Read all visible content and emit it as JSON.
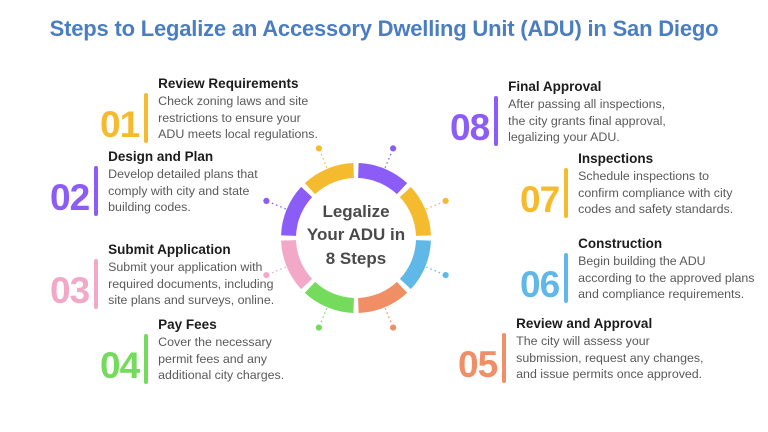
{
  "title": "Steps to Legalize an Accessory Dwelling Unit (ADU) in San Diego",
  "title_color": "#4A7EC0",
  "center": {
    "lines": [
      "Legalize",
      "Your ADU in",
      "8 Steps"
    ],
    "text_color": "#4A4A4A"
  },
  "steps": [
    {
      "num": "01",
      "title": "Review Requirements",
      "desc": "Check zoning laws and site\nrestrictions to ensure your\nADU meets local regulations.",
      "color": "#F5BB2F",
      "angle": 112.5
    },
    {
      "num": "02",
      "title": "Design and Plan",
      "desc": "Develop detailed plans that\ncomply with city and state\nbuilding codes.",
      "color": "#8B5CF6",
      "angle": 157.5
    },
    {
      "num": "03",
      "title": "Submit Application",
      "desc": "Submit your application with\nrequired documents, including\nsite plans and surveys, online.",
      "color": "#F2A9C7",
      "angle": 202.5
    },
    {
      "num": "04",
      "title": "Pay Fees",
      "desc": "Cover the necessary\npermit fees and any\nadditional city charges.",
      "color": "#74DB5C",
      "angle": 247.5
    },
    {
      "num": "05",
      "title": "Review and Approval",
      "desc": "The city will assess your\nsubmission, request any changes,\nand issue permits once approved.",
      "color": "#F08E66",
      "angle": 292.5
    },
    {
      "num": "06",
      "title": "Construction",
      "desc": "Begin building the ADU\naccording to the approved plans\nand compliance requirements.",
      "color": "#60B8E8",
      "angle": 337.5
    },
    {
      "num": "07",
      "title": "Inspections",
      "desc": "Schedule inspections to\nconfirm compliance with city\ncodes and safety standards.",
      "color": "#F5BB2F",
      "angle": 22.5
    },
    {
      "num": "08",
      "title": "Final Approval",
      "desc": "After passing all inspections,\nthe city grants final approval,\nlegalizing your ADU.",
      "color": "#8B5CF6",
      "angle": 67.5
    }
  ],
  "wheel": {
    "arc_span_deg": 41,
    "arc_radius": 67.5,
    "arc_thickness": 15,
    "ray_inner_radius": 76,
    "ray_outer_radius": 91,
    "dot_radius": 3.1,
    "dot_distance": 97
  }
}
